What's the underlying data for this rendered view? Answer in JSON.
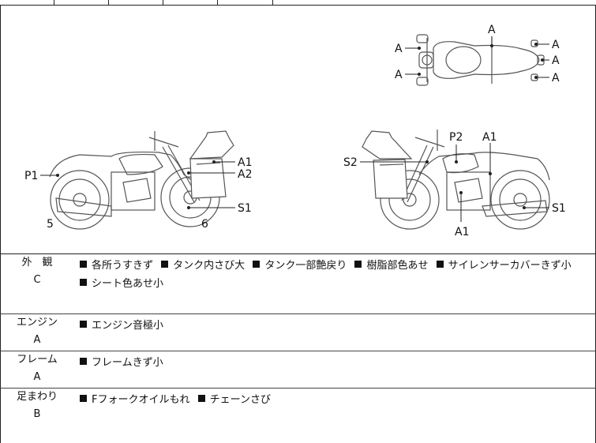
{
  "diagram": {
    "top_view_labels": [
      "A",
      "A",
      "A",
      "A",
      "A",
      "A"
    ],
    "left_side_labels": [
      "P1",
      "A1",
      "A2",
      "S1",
      "5",
      "6"
    ],
    "right_side_labels": [
      "S2",
      "P2",
      "A1",
      "S1",
      "A1"
    ]
  },
  "sections": [
    {
      "category": "外　観",
      "grade": "C",
      "items": [
        "各所うすきず",
        "タンク内さび大",
        "タンク一部艶戻り",
        "樹脂部色あせ",
        "サイレンサーカバーきず小"
      ],
      "items_line2": [
        "シート色あせ小"
      ]
    },
    {
      "category": "エンジン",
      "grade": "A",
      "items": [
        "エンジン音極小"
      ],
      "items_line2": []
    },
    {
      "category": "フレーム",
      "grade": "A",
      "items": [
        "フレームきず小"
      ],
      "items_line2": []
    },
    {
      "category": "足まわり",
      "grade": "B",
      "items": [
        "Fフォークオイルもれ",
        "チェーンさび"
      ],
      "items_line2": []
    }
  ]
}
